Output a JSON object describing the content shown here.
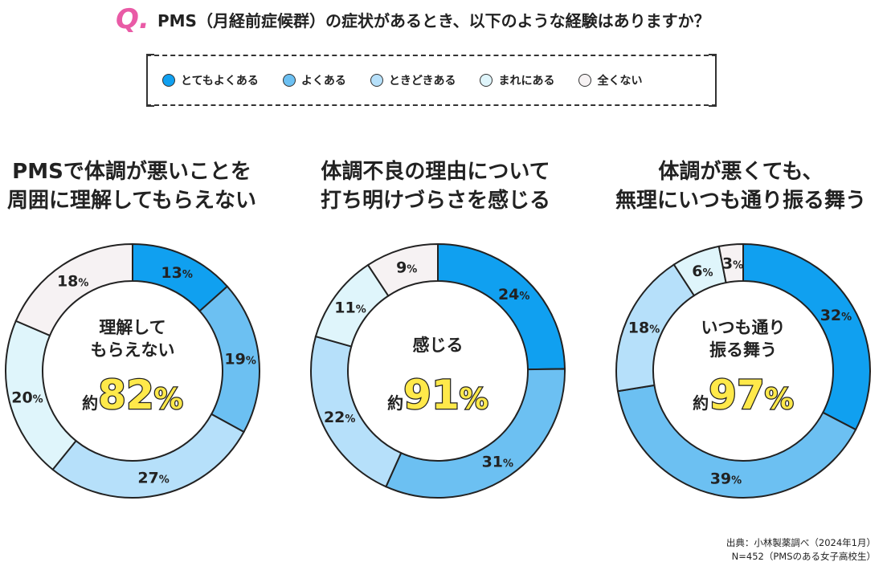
{
  "header": {
    "q_mark": "Q.",
    "question": "PMS（月経前症候群）の症状があるとき、以下のような経験はありますか？"
  },
  "legend": [
    {
      "label": "とてもよくある",
      "color": "#10a0f0"
    },
    {
      "label": "よくある",
      "color": "#6cc0f2"
    },
    {
      "label": "ときどきある",
      "color": "#b6e0fa"
    },
    {
      "label": "まれにある",
      "color": "#dff5fb"
    },
    {
      "label": "全くない",
      "color": "#f6f2f3"
    }
  ],
  "chart_data": [
    {
      "type": "pie",
      "title": "PMSで体調が悪いことを\n周囲に理解してもらえない",
      "categories": [
        "とてもよくある",
        "よくある",
        "ときどきある",
        "まれにある",
        "全くない"
      ],
      "values": [
        13,
        19,
        27,
        20,
        18
      ],
      "value_labels": [
        "13",
        "19",
        "27",
        "20",
        "18"
      ],
      "center_text": [
        "理解して",
        "もらえない"
      ],
      "center_prefix": "約",
      "center_value": "82",
      "unit": "%"
    },
    {
      "type": "pie",
      "title": "体調不良の理由について\n打ち明けづらさを感じる",
      "categories": [
        "とてもよくある",
        "よくある",
        "ときどきある",
        "まれにある",
        "全くない"
      ],
      "values": [
        24,
        31,
        22,
        11,
        9
      ],
      "value_labels": [
        "24",
        "31",
        "22",
        "11",
        "9"
      ],
      "center_text": [
        "感じる"
      ],
      "center_prefix": "約",
      "center_value": "91",
      "unit": "%"
    },
    {
      "type": "pie",
      "title": "体調が悪くても、\n無理にいつも通り振る舞う",
      "categories": [
        "とてもよくある",
        "よくある",
        "ときどきある",
        "まれにある",
        "全くない"
      ],
      "values": [
        32,
        39,
        18,
        6,
        3
      ],
      "value_labels": [
        "32",
        "39",
        "18",
        "6",
        "3"
      ],
      "center_text": [
        "いつも通り",
        "振る舞う"
      ],
      "center_prefix": "約",
      "center_value": "97",
      "unit": "%"
    }
  ],
  "source": {
    "line1": "出典：小林製薬調べ（2024年1月）",
    "line2": "N=452（PMSのある女子高校生）"
  }
}
